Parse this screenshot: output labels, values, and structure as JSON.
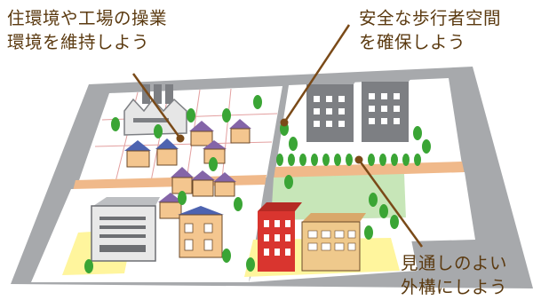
{
  "captions": {
    "left": [
      "住環境や工場の操業",
      "環境を維持しよう"
    ],
    "right": [
      "安全な歩行者空間",
      "を確保しよう"
    ],
    "bottom": [
      "見通しのよい",
      "外構にしよう"
    ]
  },
  "colors": {
    "caption_text": "#5b3a10",
    "leader_line": "#7a4a18",
    "road": "#a7a9ac",
    "lot_fill": "#ffffff",
    "sidewalk": "#f0b98a",
    "green_space": "#c7e6b8",
    "tree": "#3aa535",
    "house_roof": "#8465a8",
    "house_wall": "#f4c68f",
    "office_building": "#7d7f83",
    "red_building": "#d9352f",
    "beige_building": "#efc98c",
    "yellow_apron": "#fff59d"
  }
}
